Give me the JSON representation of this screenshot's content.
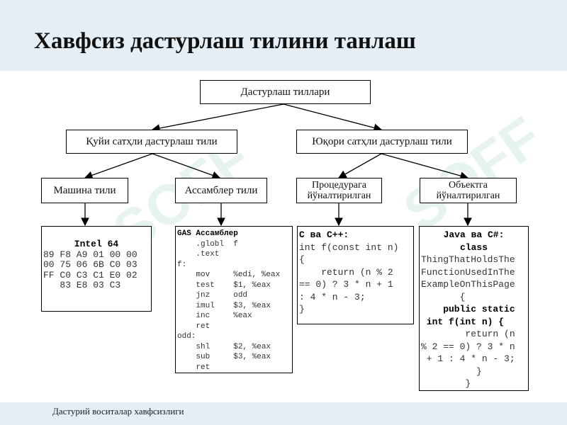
{
  "slide": {
    "title": "Хавфсиз дастурлаш тилини танлаш",
    "footer": "Дастурий воситалар хавфсизлиги"
  },
  "diagram": {
    "root": "Дастурлаш тиллари",
    "low_level": "Қуйи сатҳли дастурлаш тили",
    "high_level": "Юқори сатҳли дастурлаш тили",
    "machine": "Машина тили",
    "assembler": "Ассамблер тили",
    "procedural": [
      "Процедурага",
      "йўналтирилган"
    ],
    "object": [
      "Объектга",
      "йўналтирилган"
    ]
  },
  "code": {
    "intel": {
      "header": "Intel 64",
      "lines": [
        "89 F8 A9 01 00 00",
        "00 75 06 6B C0 03",
        "FF C0 C3 C1 E0 02",
        "   83 E8 03 C3"
      ]
    },
    "gas": {
      "header": "GAS Ассамблер",
      "lines": [
        "    .globl  f",
        "    .text",
        "f:",
        "    mov     %edi, %eax",
        "    test    $1, %eax",
        "    jnz     odd",
        "    imul    $3, %eax",
        "    inc     %eax",
        "    ret",
        "odd:",
        "    shl     $2, %eax",
        "    sub     $3, %eax",
        "    ret"
      ]
    },
    "c": {
      "header": "C ва C++:",
      "lines": [
        "",
        "int f(const int n)",
        "{",
        "    return (n % 2",
        "== 0) ? 3 * n + 1",
        ": 4 * n - 3;",
        "}"
      ]
    },
    "java": {
      "header": [
        "Java ва C#:",
        "class"
      ],
      "lines": [
        "ThingThatHoldsThe",
        "FunctionUsedInThe",
        "ExampleOnThisPage",
        "       {",
        "    public static",
        " int f(int n) {",
        "        return (n",
        "% 2 == 0) ? 3 * n",
        " + 1 : 4 * n - 3;",
        "          }",
        "        }"
      ],
      "bold_lines": [
        4,
        5
      ]
    }
  },
  "watermark": {
    "text": "SOFF",
    "color": "#7fc4a0"
  }
}
